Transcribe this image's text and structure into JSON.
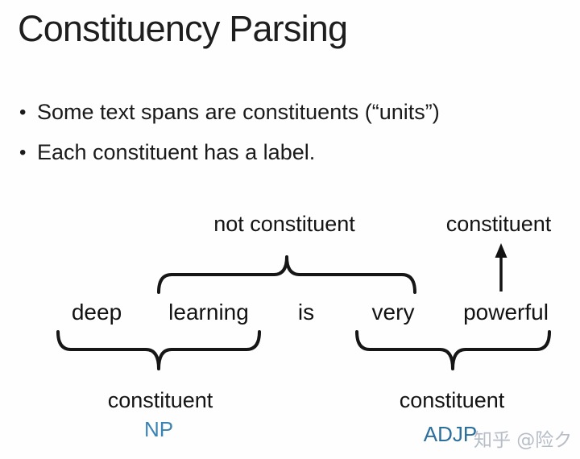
{
  "slide": {
    "title": "Constituency Parsing",
    "bullets": [
      "Some text spans are constituents (“units”)",
      "Each constituent has a label."
    ]
  },
  "diagram": {
    "top_labels": {
      "not_constituent": "not constituent",
      "constituent": "constituent"
    },
    "sentence": [
      "deep",
      "learning",
      "is",
      "very",
      "powerful"
    ],
    "bottom_left_group": {
      "label": "constituent",
      "tag": "NP"
    },
    "bottom_right_group": {
      "label": "constituent",
      "tag": "ADJP"
    },
    "colors": {
      "tag_blue": "#3178a9",
      "ink": "#141414"
    }
  },
  "watermark": "知乎 @险ク"
}
